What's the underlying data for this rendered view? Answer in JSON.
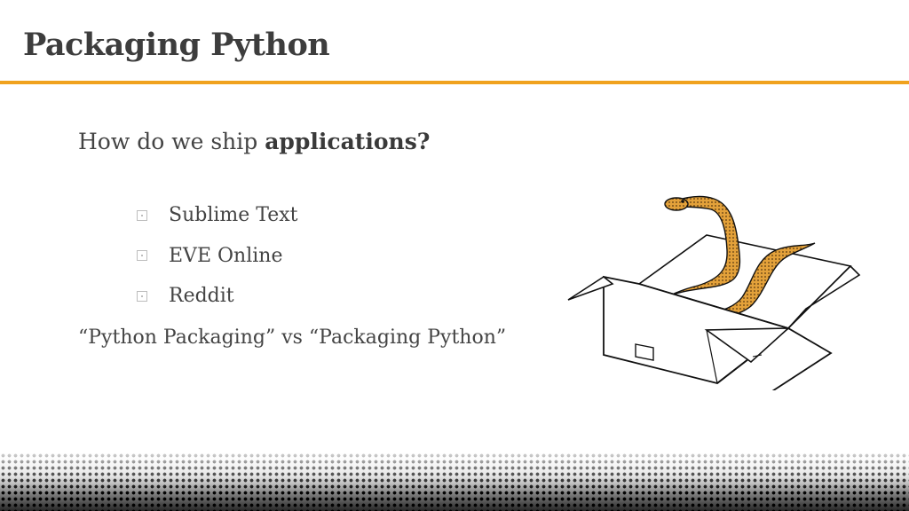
{
  "slide": {
    "title": "Packaging Python",
    "heading_normal": "How do we ship ",
    "heading_bold": "applications?",
    "bullets": [
      {
        "label": "Sublime Text"
      },
      {
        "label": "EVE Online"
      },
      {
        "label": "Reddit"
      }
    ],
    "quote": "“Python Packaging” vs “Packaging Python”"
  },
  "colors": {
    "accent": "#f0a21e",
    "snake": "#e3a13a",
    "text": "#3a3a3a"
  },
  "icons": {
    "bullet": "checkbox-square-icon",
    "illustration": "snake-in-box-icon"
  }
}
